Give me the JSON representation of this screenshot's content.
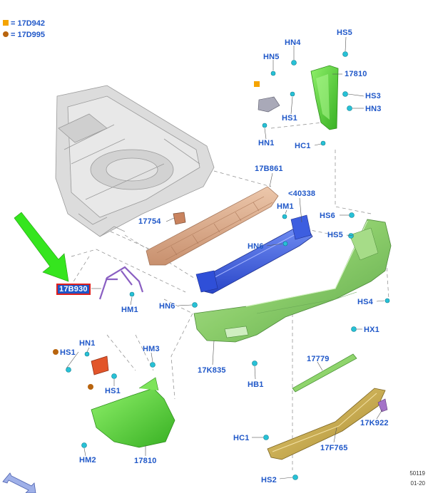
{
  "legend": [
    {
      "symbol": "square",
      "text": "= 17D942",
      "color": "#f5a400"
    },
    {
      "symbol": "circle",
      "text": "= 17D995",
      "color": "#b8640e"
    }
  ],
  "labels": {
    "hs5_top": "HS5",
    "hn4": "HN4",
    "hn5": "HN5",
    "p17810_top": "17810",
    "hs3": "HS3",
    "hn3": "HN3",
    "hs1_top": "HS1",
    "hn1_top": "HN1",
    "hc1_top": "HC1",
    "p17b861": "17B861",
    "p40338": "<40338",
    "hm1_right": "HM1",
    "hs6": "HS6",
    "hs5_mid": "HS5",
    "p17754": "17754",
    "hn6_mid": "HN6",
    "p17b930": "17B930",
    "hm1_left": "HM1",
    "hn6_low": "HN6",
    "hs4": "HS4",
    "hx1": "HX1",
    "hs1_left": "HS1",
    "hn1_left": "HN1",
    "hm3": "HM3",
    "hs1_low": "HS1",
    "p17k835": "17K835",
    "p17779": "17779",
    "hb1": "HB1",
    "p17k922": "17K922",
    "hc1_low": "HC1",
    "p17f765": "17F765",
    "hm2": "HM2",
    "p17810_low": "17810",
    "hs2": "HS2"
  },
  "corner_text": [
    "50119",
    "01-20"
  ],
  "colors": {
    "label": "#1f57c8",
    "highlight_outline": "#e0201c",
    "callout_arrow": "#35e51e",
    "bumper_cover": "#8ccd6b",
    "reinforcement": "#3d5ee0",
    "absorber": "#d9a98a",
    "bracket_green": "#56d63a",
    "scuff_plate": "#c9b150",
    "clip": "#27c1d6"
  },
  "icons": [
    "callout-arrow-icon",
    "view-direction-arrow-icon"
  ]
}
